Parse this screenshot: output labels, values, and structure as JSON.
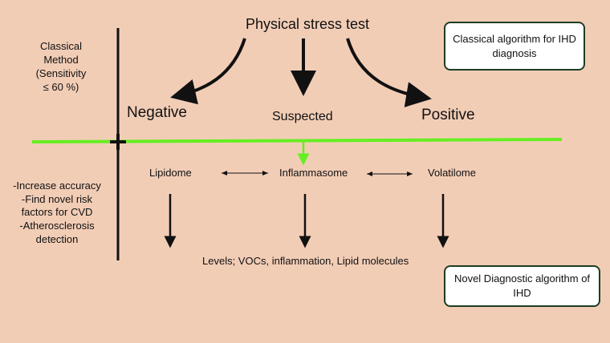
{
  "top": {
    "title": "Physical stress test"
  },
  "classical": {
    "method_lines": [
      "Classical",
      "Method",
      "(Sensitivity",
      "≤ 60 %)"
    ],
    "box_label": "Classical algorithm for IHD diagnosis"
  },
  "outcomes": {
    "negative": "Negative",
    "suspected": "Suspected",
    "positive": "Positive"
  },
  "novel": {
    "benefits": [
      "-Increase accuracy",
      "-Find novel risk",
      "factors for CVD",
      "-Atherosclerosis",
      "detection"
    ],
    "omics": {
      "lipidome": "Lipidome",
      "inflammasome": "Inflammasome",
      "volatilome": "Volatilome"
    },
    "levels_label": "Levels; VOCs, inflammation, Lipid molecules",
    "box_label": "Novel Diagnostic algorithm of IHD"
  },
  "colors": {
    "background": "#f2cdb6",
    "divider": "#66ee22",
    "box_border": "#1d3d24"
  }
}
